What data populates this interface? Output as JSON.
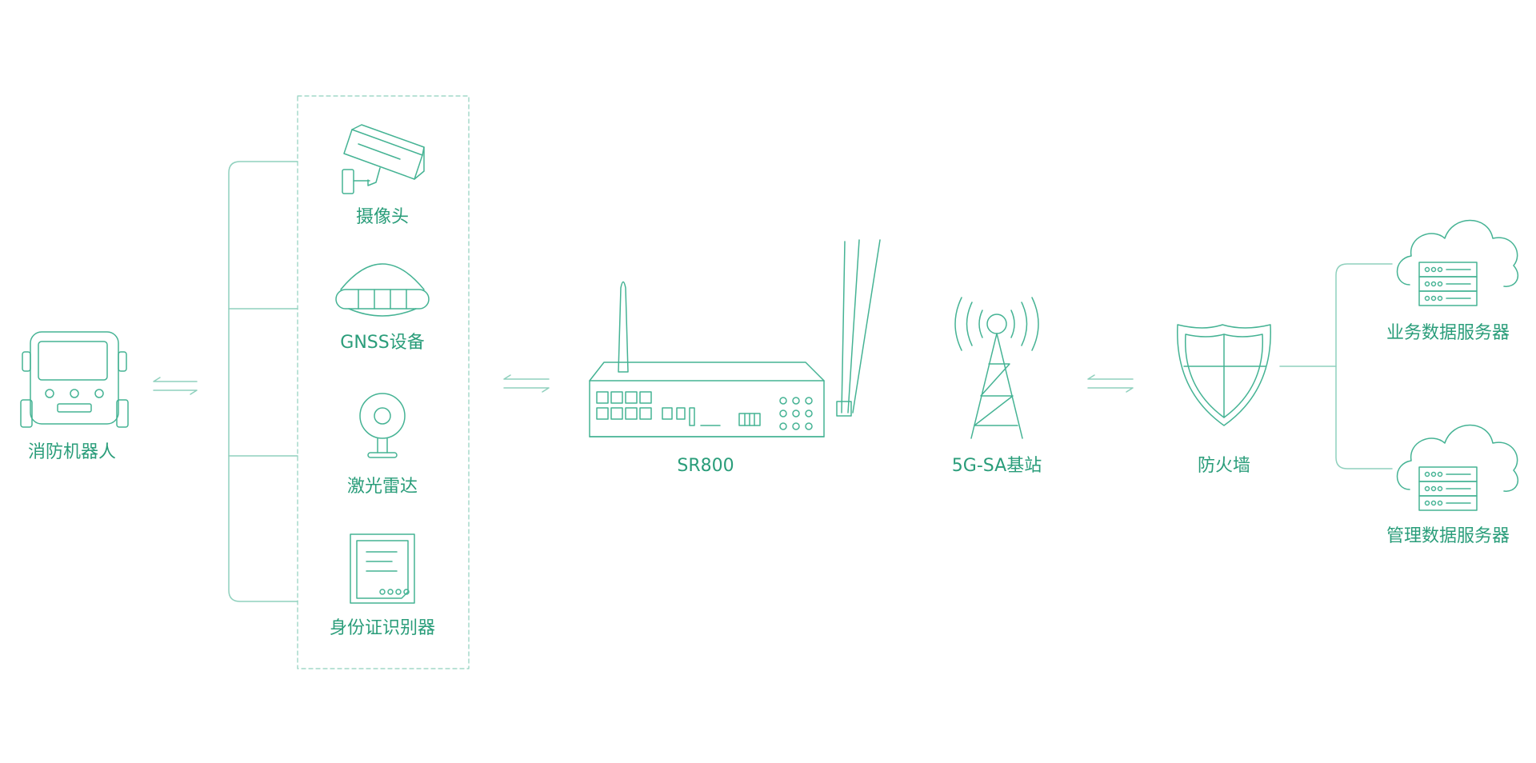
{
  "colors": {
    "stroke": "#45b394",
    "text": "#2a9d7a",
    "dashed_border": "#8fd0bd"
  },
  "nodes": {
    "robot": {
      "label": "消防机器人",
      "icon": "fire-robot-icon"
    },
    "devices": [
      {
        "label": "摄像头",
        "icon": "camera-icon"
      },
      {
        "label": "GNSS设备",
        "icon": "gnss-device-icon"
      },
      {
        "label": "激光雷达",
        "icon": "lidar-icon"
      },
      {
        "label": "身份证识别器",
        "icon": "id-card-reader-icon"
      }
    ],
    "router": {
      "label": "SR800",
      "icon": "router-icon"
    },
    "base_station": {
      "label": "5G-SA基站",
      "icon": "cell-tower-icon"
    },
    "firewall": {
      "label": "防火墙",
      "icon": "firewall-shield-icon"
    },
    "servers": [
      {
        "label": "业务数据服务器",
        "icon": "cloud-server-icon"
      },
      {
        "label": "管理数据服务器",
        "icon": "cloud-server-icon"
      }
    ]
  },
  "connectors": {
    "bidirectional": "bidirectional-arrow-icon"
  }
}
